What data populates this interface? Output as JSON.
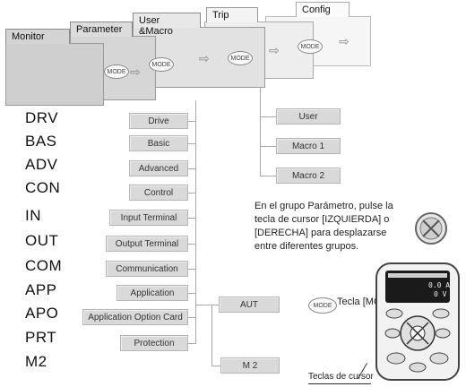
{
  "tabs": {
    "monitor": "Monitor",
    "parameter": "Parameter",
    "user_macro": "User &Macro",
    "trip": "Trip",
    "config": "Config"
  },
  "mode_key_label": "MODE",
  "groups": [
    {
      "code": "DRV",
      "name": "Drive"
    },
    {
      "code": "BAS",
      "name": "Basic"
    },
    {
      "code": "ADV",
      "name": "Advanced"
    },
    {
      "code": "CON",
      "name": "Control"
    },
    {
      "code": "IN",
      "name": "Input Terminal"
    },
    {
      "code": "OUT",
      "name": "Output Terminal"
    },
    {
      "code": "COM",
      "name": "Communication"
    },
    {
      "code": "APP",
      "name": "Application"
    },
    {
      "code": "APO",
      "name": "Application Option Card"
    },
    {
      "code": "PRT",
      "name": "Protection"
    },
    {
      "code": "M2",
      "name": ""
    }
  ],
  "user_macro_items": [
    "User",
    "Macro 1",
    "Macro 2"
  ],
  "sub_items": {
    "aut": "AUT",
    "m2": "M 2"
  },
  "note": {
    "line1": "En el grupo Parámetro, pulse la",
    "line2": "tecla de cursor [IZQUIERDA] o",
    "line3": "[DERECHA] para desplazarse",
    "line4": "entre diferentes grupos."
  },
  "keypad": {
    "mode_label": "Tecla [MODE]",
    "cursor_label": "Teclas de cursor",
    "display_value": "0.0 A",
    "display_value2": "0 V"
  }
}
